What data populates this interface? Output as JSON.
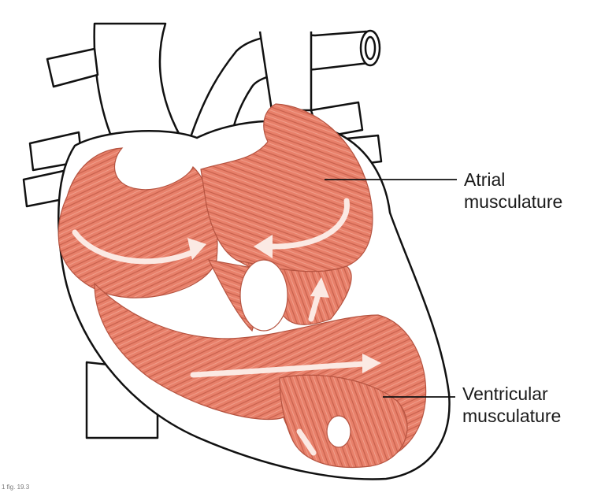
{
  "labels": {
    "atrial_line1": "Atrial",
    "atrial_line2": "musculature",
    "ventricular_line1": "Ventricular",
    "ventricular_line2": "musculature"
  },
  "footnote": "1 fig. 19.3",
  "colors": {
    "muscle": "#e8806a",
    "muscle_dark": "#c8604c",
    "muscle_light": "#f2a693",
    "arrow": "#fbe9e3",
    "outline": "#111111",
    "background": "#ffffff"
  },
  "icons": {
    "arrow_glyph": "direction-arrow"
  }
}
